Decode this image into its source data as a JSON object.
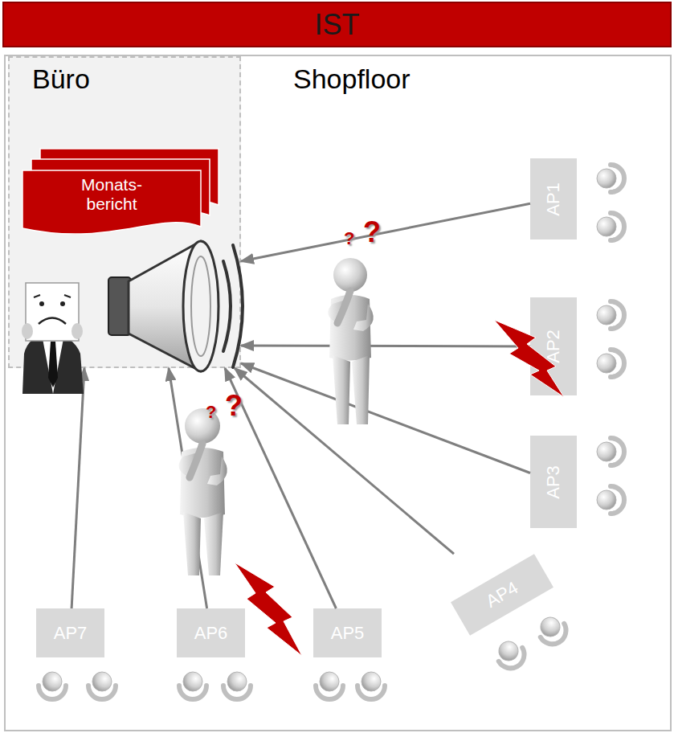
{
  "diagram": {
    "title": "IST",
    "nodes": [
      {
        "text": [
          "Shopfloor"
        ]
      },
      {
        "text": [
          "Büro"
        ],
        "in": 0
      },
      {
        "text": [
          "Monats- bericht"
        ],
        "in": 1
      },
      {
        "text": [
          "AP1"
        ],
        "in": 0
      },
      {
        "text": [
          "AP2"
        ],
        "in": 0
      },
      {
        "text": [
          "AP3"
        ],
        "in": 0
      },
      {
        "text": [
          "AP4"
        ],
        "in": 0
      },
      {
        "text": [
          "AP5"
        ],
        "in": 0
      },
      {
        "text": [
          "AP6"
        ],
        "in": 0
      },
      {
        "text": [
          "AP7"
        ],
        "in": 0
      }
    ],
    "edges": [
      {
        "from": 3,
        "to": 1,
        "arrow": "to"
      },
      {
        "from": 4,
        "to": 1,
        "arrow": "to"
      },
      {
        "from": 5,
        "to": 1,
        "arrow": "to"
      },
      {
        "from": 6,
        "to": 1,
        "arrow": "to"
      },
      {
        "from": 7,
        "to": 1,
        "arrow": "to"
      },
      {
        "from": 8,
        "to": 1,
        "arrow": "to"
      },
      {
        "from": 9,
        "to": 1,
        "arrow": "to"
      }
    ],
    "labels": [
      "?",
      "?",
      "?",
      "?"
    ]
  }
}
